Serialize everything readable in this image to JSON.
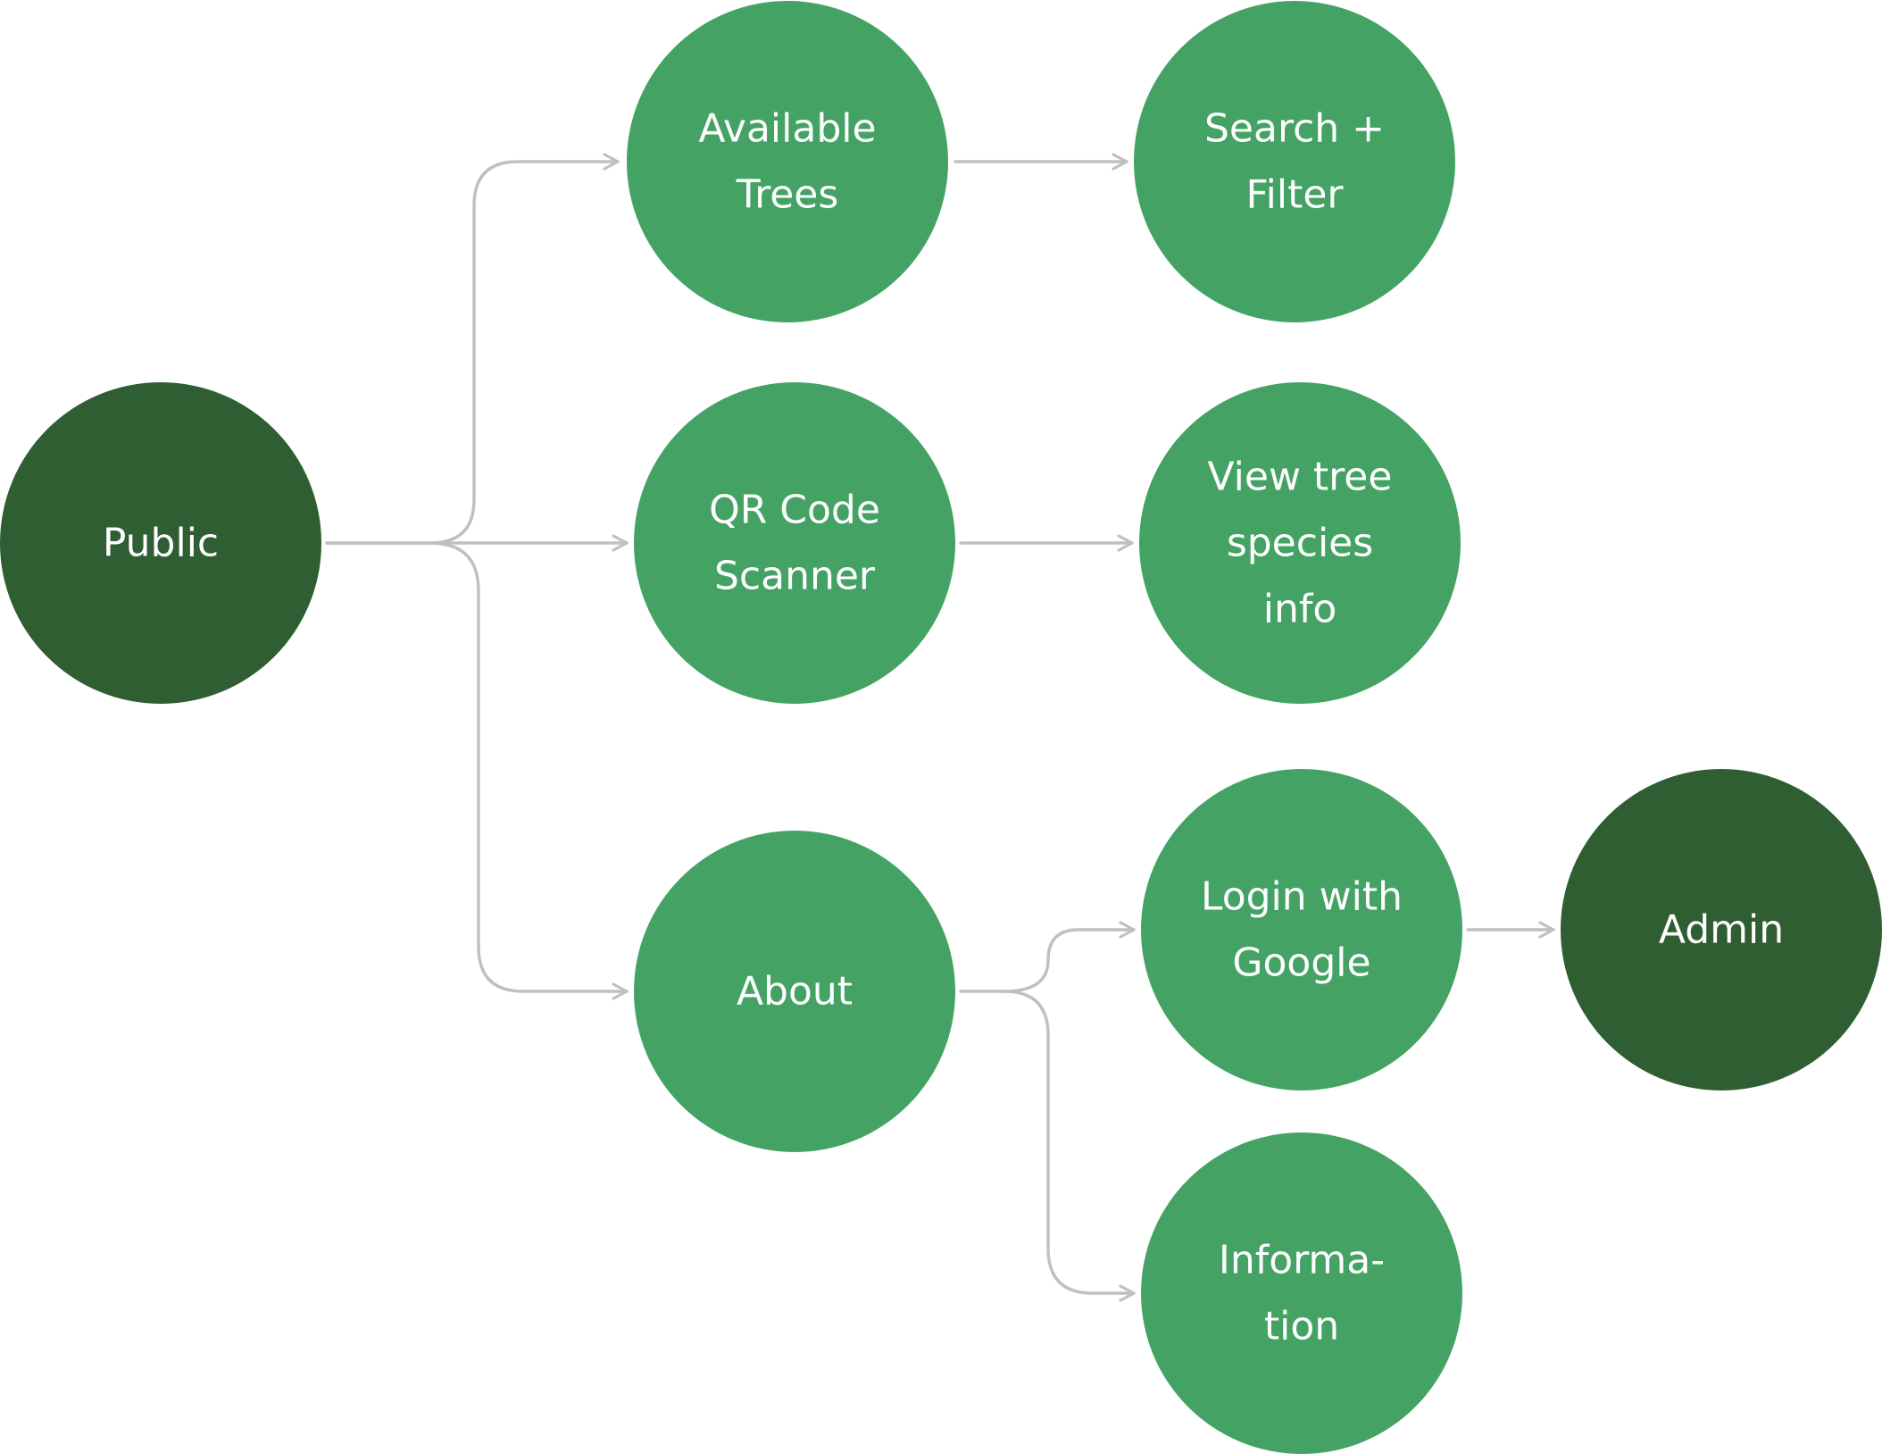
{
  "colors": {
    "primary_node": "#2f5e32",
    "secondary_node": "#44a364",
    "connector": "#c0c0c0",
    "label": "#ffffff"
  },
  "nodes": {
    "public": {
      "lines": [
        "Public"
      ],
      "tone": "primary"
    },
    "available_trees": {
      "lines": [
        "Available",
        "Trees"
      ],
      "tone": "secondary"
    },
    "qr_code_scanner": {
      "lines": [
        "QR Code",
        "Scanner"
      ],
      "tone": "secondary"
    },
    "about": {
      "lines": [
        "About"
      ],
      "tone": "secondary"
    },
    "search_filter": {
      "lines": [
        "Search +",
        "Filter"
      ],
      "tone": "secondary"
    },
    "view_tree_species_info": {
      "lines": [
        "View tree",
        "species",
        "info"
      ],
      "tone": "secondary"
    },
    "login_with_google": {
      "lines": [
        "Login with",
        "Google"
      ],
      "tone": "secondary"
    },
    "information": {
      "lines": [
        "Informa-",
        "tion"
      ],
      "tone": "secondary"
    },
    "admin": {
      "lines": [
        "Admin"
      ],
      "tone": "primary"
    }
  },
  "edges": [
    {
      "from": "public",
      "to": "available_trees"
    },
    {
      "from": "public",
      "to": "qr_code_scanner"
    },
    {
      "from": "public",
      "to": "about"
    },
    {
      "from": "available_trees",
      "to": "search_filter"
    },
    {
      "from": "qr_code_scanner",
      "to": "view_tree_species_info"
    },
    {
      "from": "about",
      "to": "login_with_google"
    },
    {
      "from": "about",
      "to": "information"
    },
    {
      "from": "login_with_google",
      "to": "admin"
    }
  ]
}
